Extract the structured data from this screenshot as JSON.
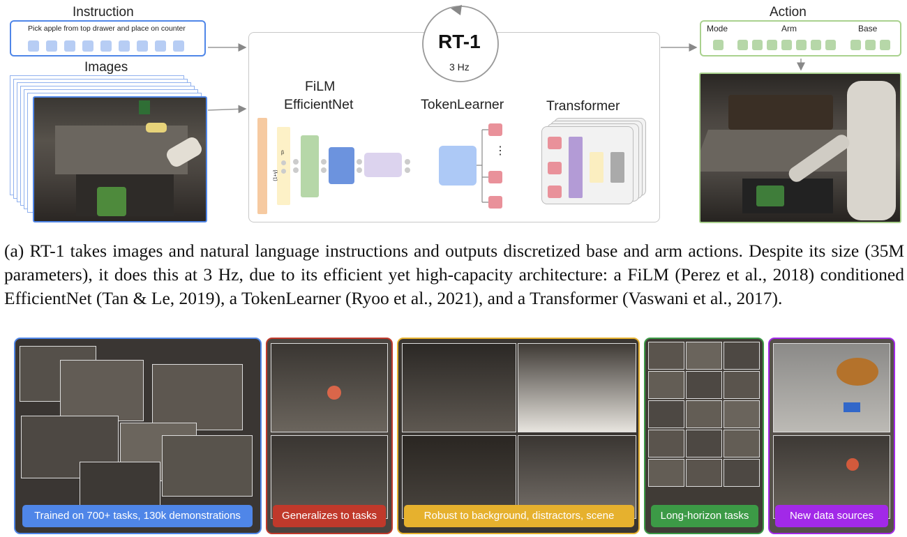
{
  "diagram": {
    "instruction_label": "Instruction",
    "instruction_text": "Pick apple from top drawer and place on counter",
    "images_label": "Images",
    "model_name": "RT-1",
    "model_rate": "3 Hz",
    "film_label_1": "FiLM",
    "film_label_2": "EfficientNet",
    "film_math_a": "(1+γ)",
    "film_math_b": "β",
    "tokenlearner_label": "TokenLearner",
    "tokenlearner_dots": "⋮",
    "transformer_label": "Transformer",
    "action_label": "Action",
    "action_mode": "Mode",
    "action_arm": "Arm",
    "action_base": "Base"
  },
  "caption": "(a) RT-1 takes images and natural language instructions and outputs discretized base and arm actions. Despite its size (35M parameters), it does this at 3 Hz, due to its efficient yet high-capacity architecture: a FiLM (Perez et al., 2018) conditioned EfficientNet (Tan & Le, 2019), a TokenLearner (Ryoo et al., 2021), and a Transformer (Vaswani et al., 2017).",
  "panels": [
    {
      "label": "Trained on 700+ tasks, 130k demonstrations",
      "color": "#4f86e8"
    },
    {
      "label": "Generalizes to tasks",
      "color": "#c0392b"
    },
    {
      "label": "Robust to background, distractors, scene",
      "color": "#e6b12e"
    },
    {
      "label": "Long-horizon tasks",
      "color": "#3c9a46"
    },
    {
      "label": "New data sources",
      "color": "#a229e8"
    }
  ]
}
